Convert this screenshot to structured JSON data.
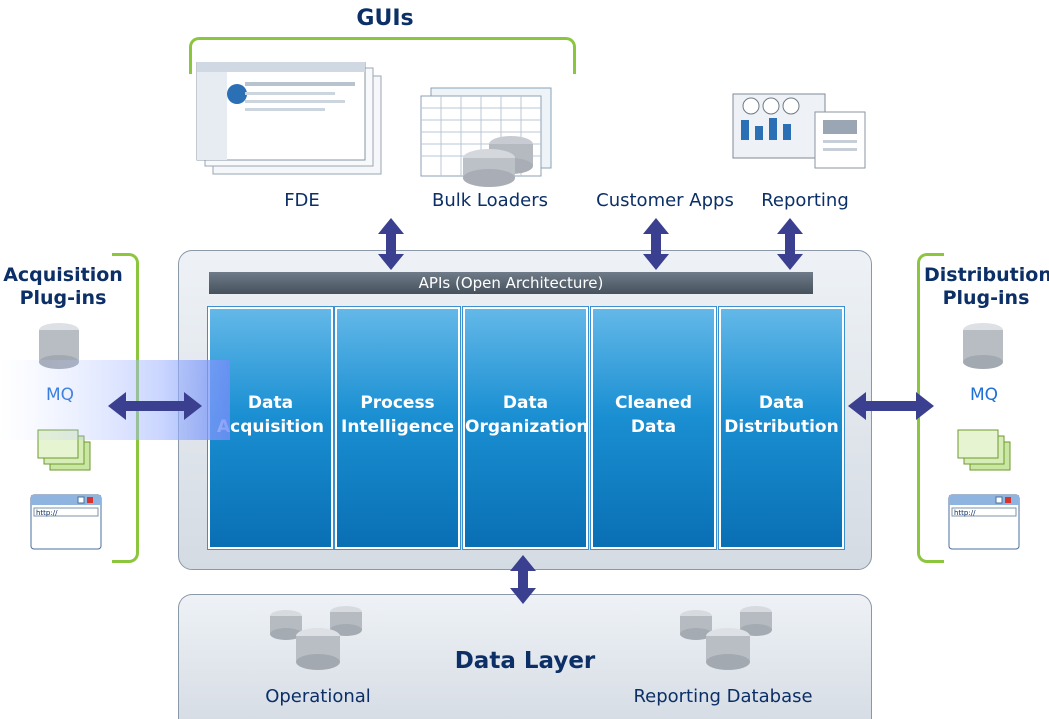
{
  "gui_title": "GUIs",
  "gui_items": [
    "FDE",
    "Bulk Loaders",
    "Customer Apps",
    "Reporting"
  ],
  "api_bar": "APIs (Open Architecture)",
  "columns": [
    {
      "line1": "Data",
      "line2": "Acquisition"
    },
    {
      "line1": "Process",
      "line2": "Intelligence"
    },
    {
      "line1": "Data",
      "line2": "Organization"
    },
    {
      "line1": "Cleaned",
      "line2": "Data"
    },
    {
      "line1": "Data",
      "line2": "Distribution"
    }
  ],
  "acquisition": {
    "title_line1": "Acquisition",
    "title_line2": "Plug-ins",
    "mq": "MQ",
    "url": "http://"
  },
  "distribution": {
    "title_line1": "Distribution",
    "title_line2": "Plug-ins",
    "mq": "MQ",
    "url": "http://"
  },
  "data_layer": {
    "title": "Data Layer",
    "left": "Operational",
    "right": "Reporting Database"
  },
  "colors": {
    "navy": "#0b2f66",
    "green": "#8cc63f",
    "arrow": "#3b3f8f",
    "column_blue": "#1a8fd2"
  }
}
